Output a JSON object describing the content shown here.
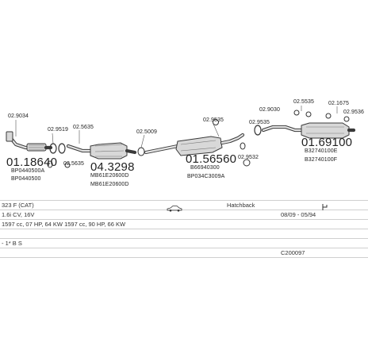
{
  "parts": {
    "p1": {
      "code": "02.9034",
      "number": "01.18640",
      "ref": "BP0440500A",
      "ref2": "BP0440500"
    },
    "p2": {
      "code": "02.9519"
    },
    "p3": {
      "code": "02.5635"
    },
    "p4": {
      "code": "02.5635"
    },
    "p5": {
      "code": "04.3298",
      "ref": "MB61E20600D",
      "ref2": "MB61E20600D"
    },
    "p6": {
      "code": "02.5009"
    },
    "p7": {
      "code": "02.9535"
    },
    "p8": {
      "code": "01.56560",
      "ref": "B66940300",
      "ref2": "BP034C3009A"
    },
    "p9": {
      "code": "02.9532"
    },
    "p10": {
      "code": "02.9030"
    },
    "p11": {
      "code": "02.5535"
    },
    "p12": {
      "code": "02.1675"
    },
    "p13": {
      "code": "02.9536"
    },
    "p14": {
      "code": "02.9535"
    },
    "p15": {
      "code": "01.69100",
      "ref": "B32740100E",
      "ref2": "B32740100F"
    }
  },
  "vehicle": {
    "model": "323 F (CAT)",
    "body": "Hatchback",
    "engine": "1.6i CV, 16V",
    "dates": "08/09 - 05/94",
    "spec": "1597 cc, 07 HP, 64 KW 1597 cc, 90 HP, 66 KW",
    "extra": "- 1* B S",
    "code": "C200097"
  },
  "icons": {
    "car": "car-icon",
    "pipe": "pipe-icon"
  },
  "colors": {
    "line": "#3a3a3a",
    "part_fill": "#d8d8d8",
    "rule": "#d0d0d0"
  }
}
